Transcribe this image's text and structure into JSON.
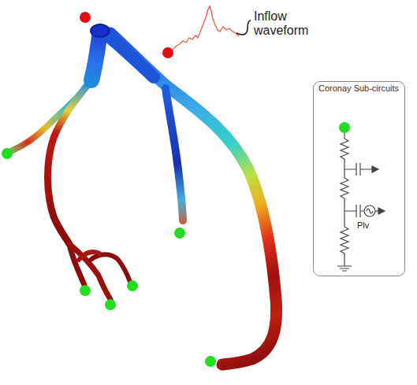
{
  "diagram": {
    "nodes": [
      {
        "text": [
          "Coronay Sub-circuits"
        ]
      }
    ],
    "labels": [
      "Inflow waveform",
      "Plv"
    ]
  }
}
